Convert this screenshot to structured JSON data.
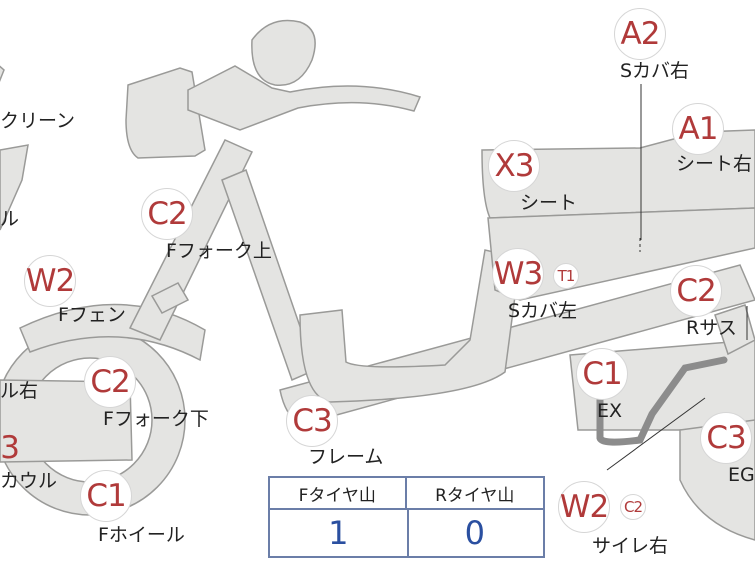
{
  "markers": [
    {
      "id": "a2",
      "code": "A2",
      "label": "Sカバ右"
    },
    {
      "id": "a1",
      "code": "A1",
      "label": "シート右"
    },
    {
      "id": "x3",
      "code": "X3",
      "label": "シート"
    },
    {
      "id": "w3",
      "code": "W3",
      "sub": "T1",
      "label": "Sカバ左"
    },
    {
      "id": "c2-rsus",
      "code": "C2",
      "label": "Rサス"
    },
    {
      "id": "c1-ex",
      "code": "C1",
      "label": "EX"
    },
    {
      "id": "c3-eg",
      "code": "C3",
      "label": "EG"
    },
    {
      "id": "w2-silencer",
      "code": "W2",
      "sub": "C2",
      "label": "サイレ右"
    },
    {
      "id": "c3-frame",
      "code": "C3",
      "label": "フレーム"
    },
    {
      "id": "c2-ffork-upper",
      "code": "C2",
      "label": "Fフォーク上"
    },
    {
      "id": "w2-ffender",
      "code": "W2",
      "label": "Fフェン"
    },
    {
      "id": "c2-ffork-lower",
      "code": "C2",
      "label": "Fフォーク下"
    },
    {
      "id": "c1-fwheel",
      "code": "C1",
      "label": "Fホイール"
    },
    {
      "id": "screen",
      "label": "クリーン"
    },
    {
      "id": "handle",
      "label": "ル"
    },
    {
      "id": "mirror-right",
      "label": "ル右"
    },
    {
      "id": "cowl",
      "code": "3",
      "label": "カウル"
    }
  ],
  "tyre_table": {
    "front_header": "Fタイヤ山",
    "rear_header": "Rタイヤ山",
    "front_value": "1",
    "rear_value": "0"
  },
  "colors": {
    "body_fill": "#e4e4e2",
    "body_stroke": "#9a9a98",
    "marker_text": "#b03a3a",
    "table_border": "#6b7ea8",
    "table_value": "#2a4fa0"
  }
}
